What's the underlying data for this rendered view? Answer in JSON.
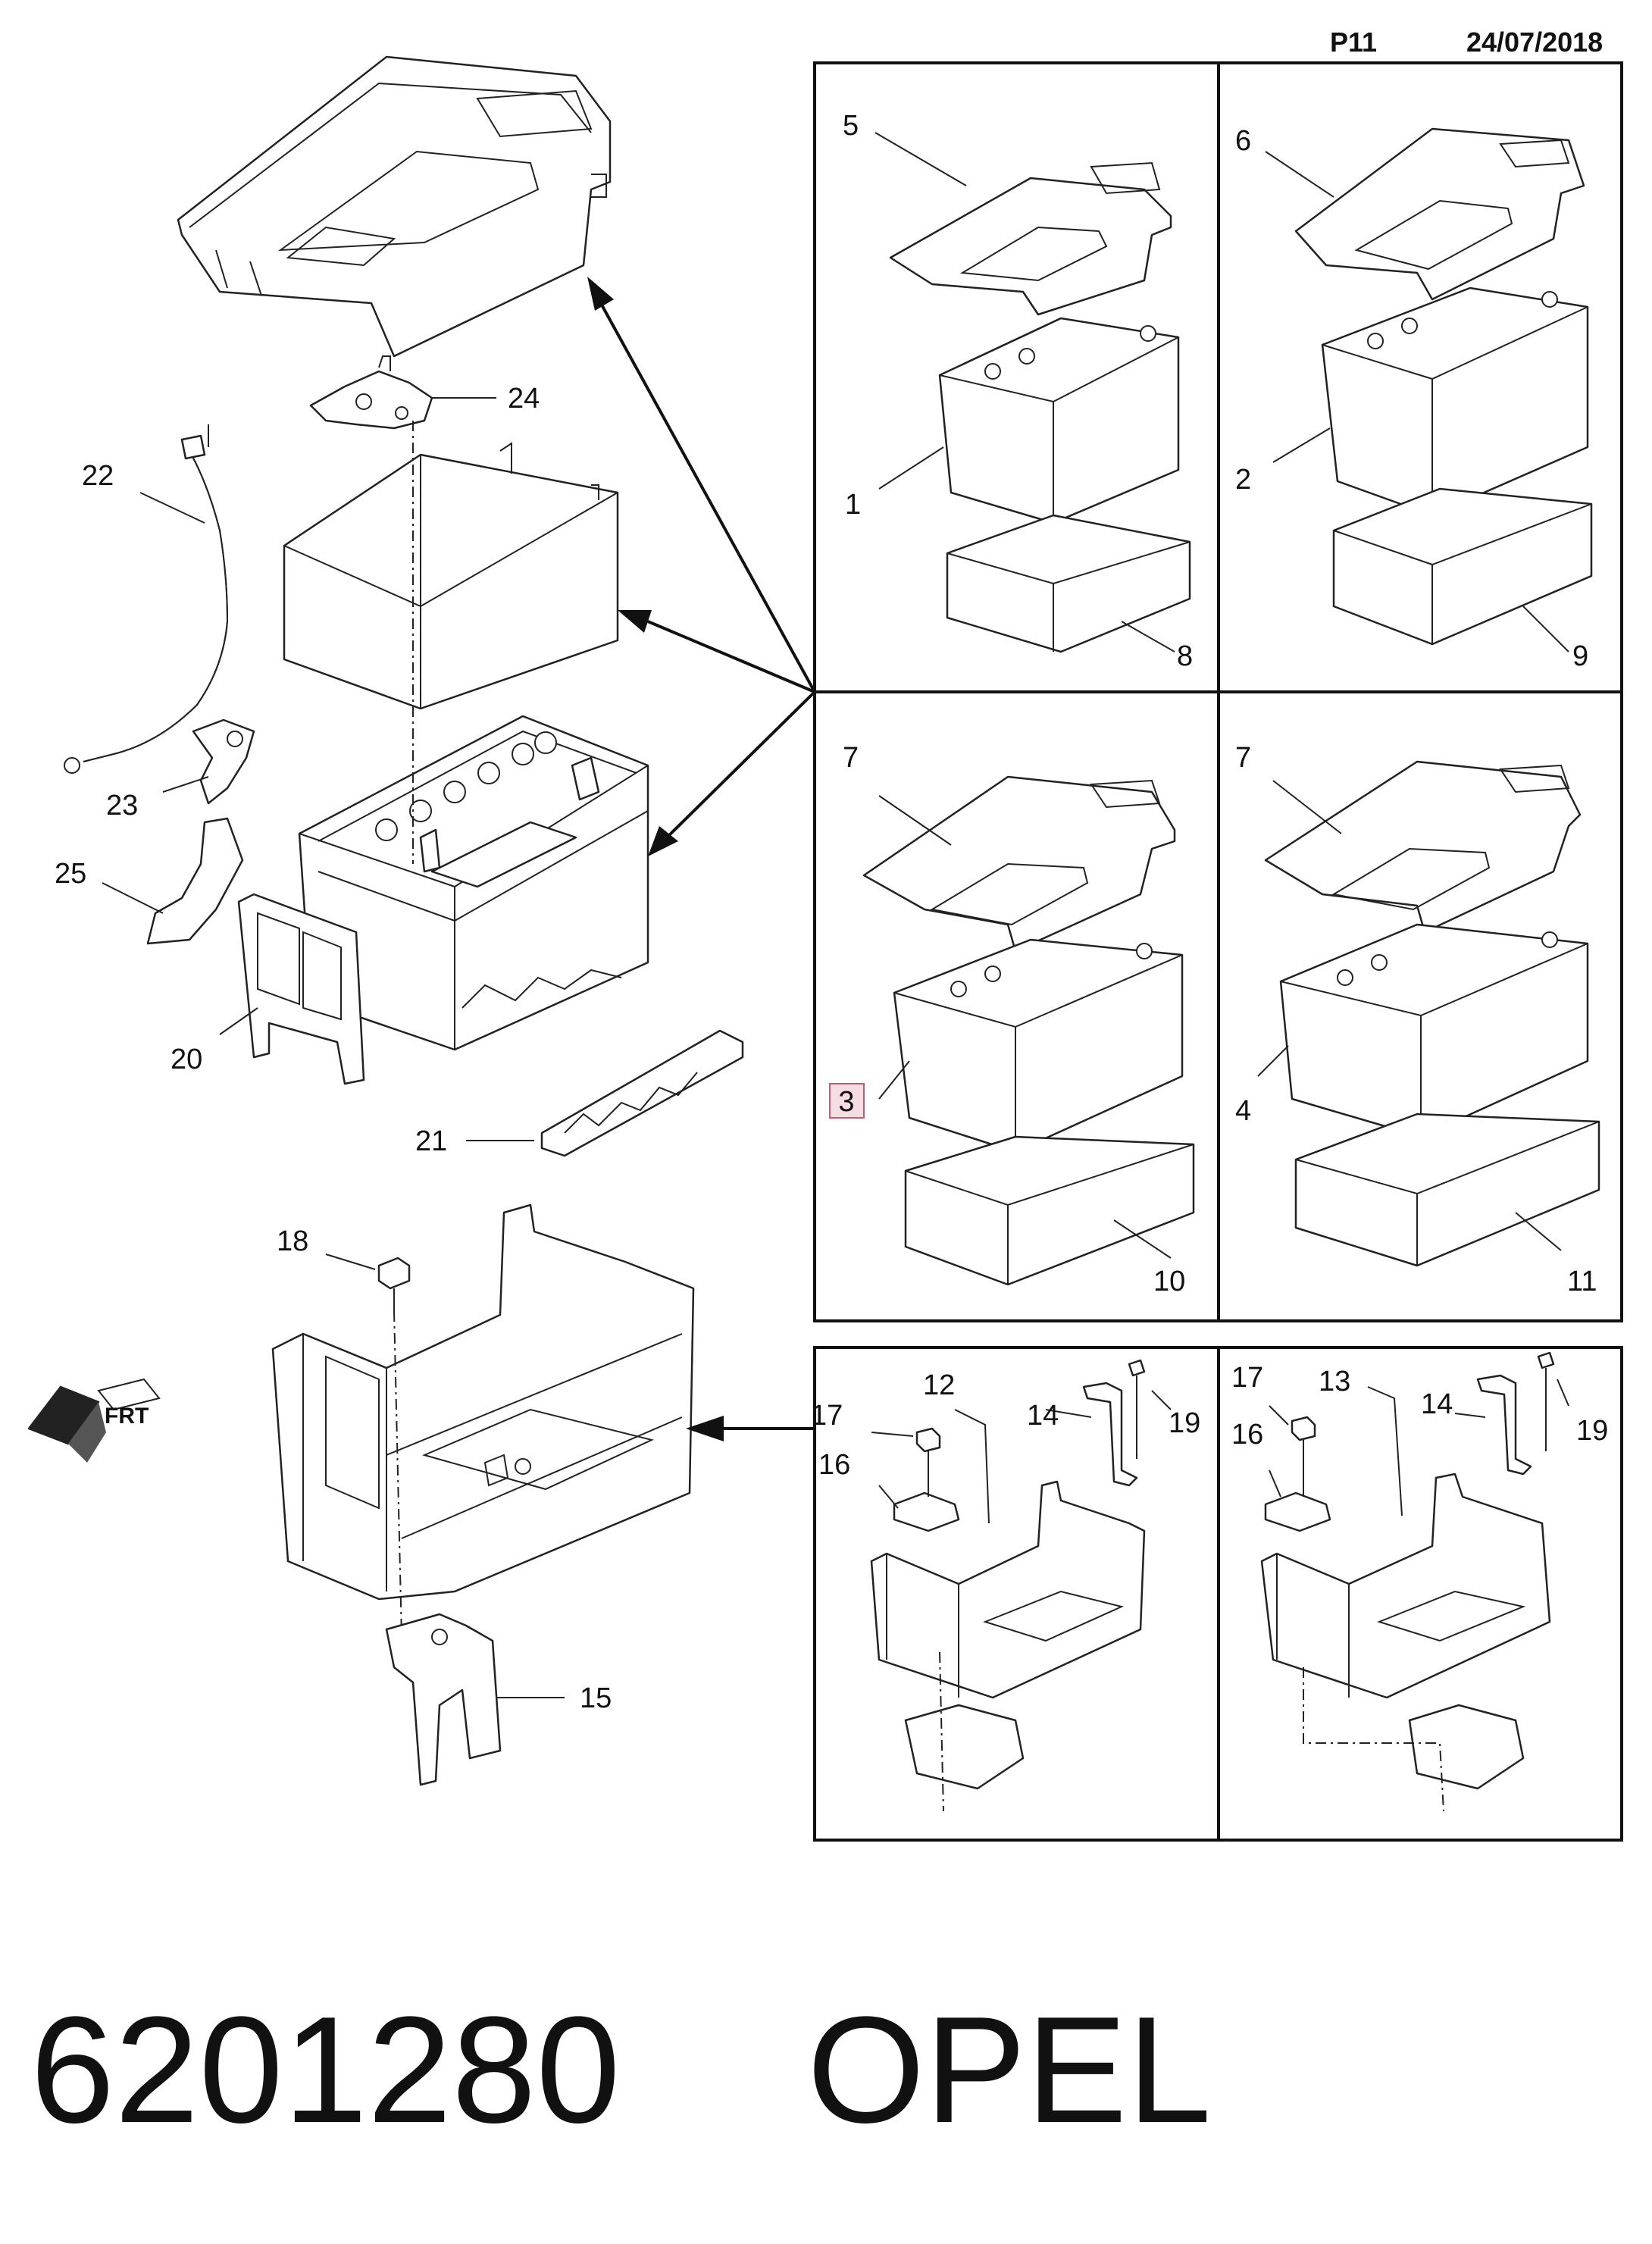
{
  "header": {
    "page_code": "P11",
    "date": "24/07/2018"
  },
  "footer": {
    "part_number": "6201280",
    "brand": "OPEL"
  },
  "callouts": {
    "main": [
      "24",
      "22",
      "23",
      "25",
      "20",
      "21",
      "18",
      "15"
    ],
    "panel_tl": [
      "5",
      "1",
      "8"
    ],
    "panel_tr": [
      "6",
      "2",
      "9"
    ],
    "panel_ml": [
      "7",
      "3",
      "10"
    ],
    "panel_mr": [
      "7",
      "4",
      "11"
    ],
    "panel_bl": [
      "12",
      "17",
      "14",
      "19",
      "16"
    ],
    "panel_br": [
      "17",
      "13",
      "14",
      "19",
      "16"
    ]
  },
  "highlighted_callout": "3",
  "colors": {
    "line": "#222222",
    "highlight_fill": "#f6dde3",
    "highlight_stroke": "#c25a72"
  },
  "icons": [
    "front-direction-icon"
  ]
}
